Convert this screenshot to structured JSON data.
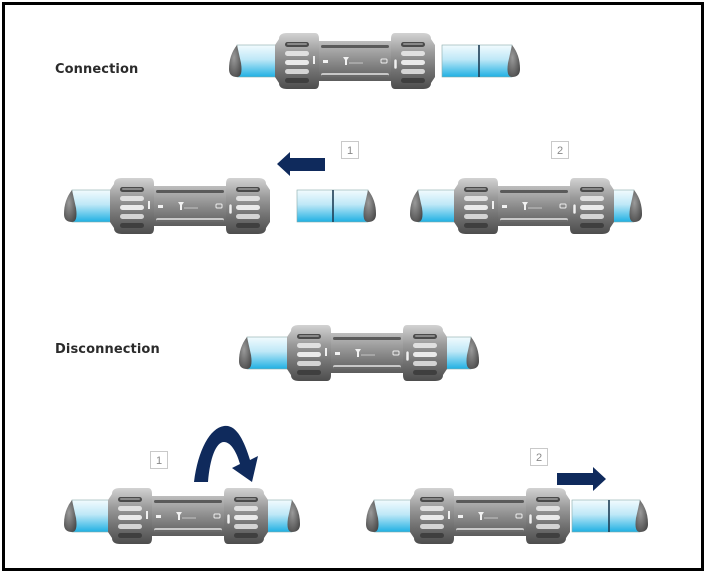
{
  "diagram": {
    "sections": [
      {
        "title": "Connection",
        "overview": "assembled coupling with pipe ready to insert",
        "steps": [
          {
            "number": "1",
            "action": "insert pipe into fitting",
            "arrow": "arrow-left-icon"
          },
          {
            "number": "2",
            "action": "pipe fully connected",
            "arrow": ""
          }
        ]
      },
      {
        "title": "Disconnection",
        "overview": "connected coupling",
        "steps": [
          {
            "number": "1",
            "action": "unscrew nut",
            "arrow": "rotate-arrow-icon"
          },
          {
            "number": "2",
            "action": "pull pipe out",
            "arrow": "arrow-right-icon"
          }
        ]
      }
    ],
    "colors": {
      "arrow": "#0f2a5c",
      "pipe_top": "#e8f6fc",
      "pipe_bottom": "#27b6e6",
      "fitting": "#8a8a8a",
      "frame": "#000000"
    }
  }
}
